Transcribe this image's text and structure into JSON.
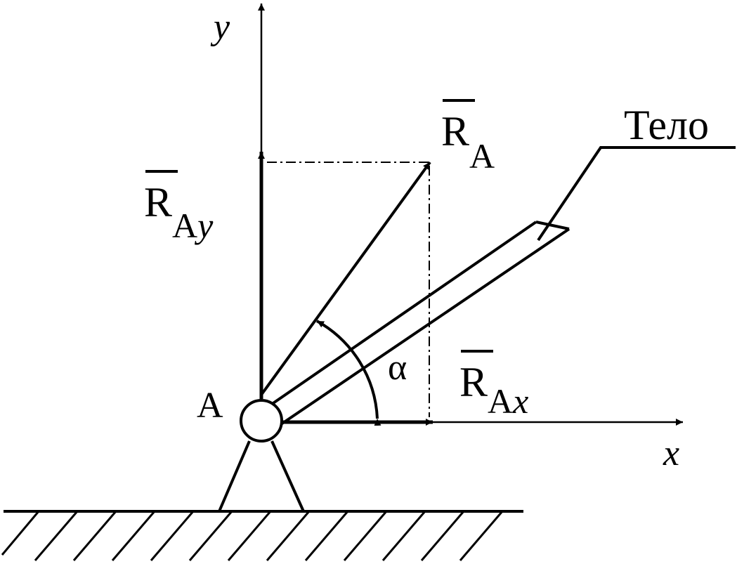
{
  "colors": {
    "ink": "#000000",
    "background": "#ffffff"
  },
  "labels": {
    "point": "A",
    "axis_x": "x",
    "axis_y": "y",
    "angle": "α",
    "body": "Тело",
    "force_total": {
      "letter": "R",
      "sub": "A"
    },
    "force_x": {
      "letter": "R",
      "sub": "A",
      "sub_axis": "x"
    },
    "force_y": {
      "letter": "R",
      "sub": "A",
      "sub_axis": "y"
    }
  }
}
